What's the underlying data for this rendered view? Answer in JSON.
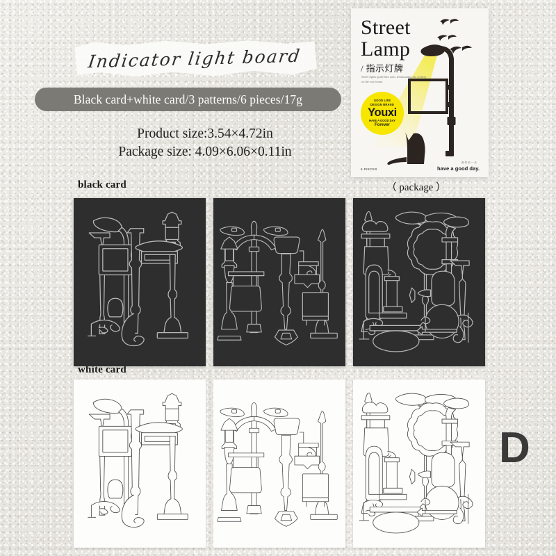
{
  "theme": {
    "background": "#e9e7e2",
    "pill_bg": "#7c7a75",
    "card_black": "#2e2e2e",
    "card_white": "#fdfdfc",
    "badge_yellow": "#f6e600",
    "lamp_dark": "#2b2420",
    "beam_yellow": "#f2ea6a",
    "text_dark": "#17171a"
  },
  "header": {
    "script_title": "Indicator light board",
    "spec_pill": "Black card+white card/3 patterns/6 pieces/17g",
    "product_size": "Product size:3.54×4.72in",
    "package_size": "Package size:  4.09×6.06×0.11in"
  },
  "labels": {
    "black_card": "black card",
    "white_card": "white card",
    "package": "（ package ）",
    "variant": "D"
  },
  "package": {
    "title_line1": "Street",
    "title_line2": "Lamp",
    "chinese": "/ 指示灯牌",
    "description": "Street lights guide like stars, illuminating the scenery on the way home.",
    "badge": {
      "top_line1": "GOOD LIFE",
      "top_line2": "DESIGN BRAND",
      "brand": "Youxi",
      "bottom_line1": "HAVE A GOOD DAY",
      "bottom_line2": "Forever"
    },
    "pieces": "6 PIECES",
    "tagline": "have a good day.",
    "tagline_cn": "美好的一天"
  },
  "cards": {
    "black": [
      {
        "id": "black-card-1",
        "pattern": "pattern-1"
      },
      {
        "id": "black-card-2",
        "pattern": "pattern-2"
      },
      {
        "id": "black-card-3",
        "pattern": "pattern-3"
      }
    ],
    "white": [
      {
        "id": "white-card-1",
        "pattern": "pattern-1"
      },
      {
        "id": "white-card-2",
        "pattern": "pattern-2"
      },
      {
        "id": "white-card-3",
        "pattern": "pattern-3"
      }
    ]
  }
}
